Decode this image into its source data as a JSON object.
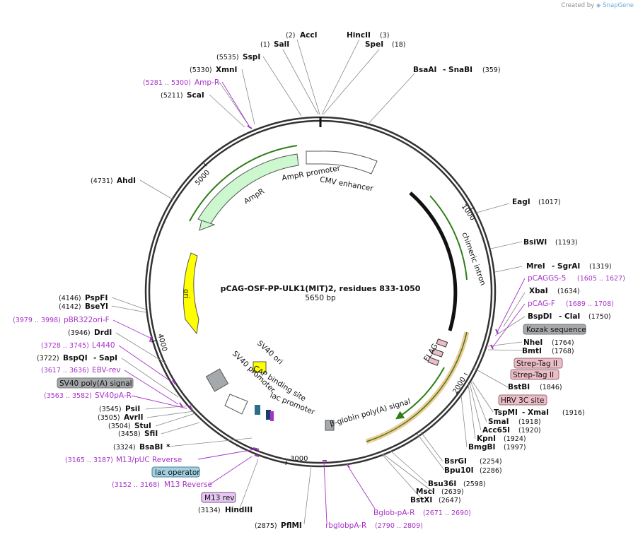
{
  "credit": {
    "prefix": "Created by",
    "brand": "SnapGene"
  },
  "title": "pCAG-OSF-PP-ULK1(MIT)2, residues 833-1050",
  "length_label": "5650 bp",
  "colors": {
    "backbone": "#333333",
    "primer": "#a733c9",
    "amp": "#ccf7cf",
    "yellow": "#ffff00",
    "orange": "#f2c996",
    "green_line": "#2e7d19",
    "gray_box": "#a6a9ab",
    "pink_box": "#ebbdc6",
    "blue_box": "#a2d1e3",
    "purple_box": "#e5c8f2"
  },
  "ticks": [
    {
      "label": "1000",
      "bp": 1000
    },
    {
      "label": "2000",
      "bp": 2000
    },
    {
      "label": "3000",
      "bp": 3000
    },
    {
      "label": "4000",
      "bp": 4000
    },
    {
      "label": "5000",
      "bp": 5000
    }
  ],
  "sites": [
    {
      "pre": "(1)",
      "name": "SalI",
      "post": "",
      "icon": "line-icon"
    },
    {
      "pre": "(2)",
      "name": "AccI",
      "post": "",
      "icon": "line-icon"
    },
    {
      "pre": "",
      "name": "HincII",
      "post": "(3)",
      "icon": "line-icon"
    },
    {
      "pre": "",
      "name": "SpeI",
      "post": "(18)",
      "icon": "line-icon"
    },
    {
      "pre": "",
      "name": "BsaAI",
      "post": "- SnaBI",
      "pos": "(359)",
      "icon": "line-icon"
    },
    {
      "pre": "",
      "name": "EagI",
      "post": "(1017)",
      "icon": "line-icon"
    },
    {
      "pre": "",
      "name": "BsiWI",
      "post": "(1193)",
      "icon": "line-icon"
    },
    {
      "pre": "",
      "name": "MreI",
      "post": "- SgrAI",
      "pos": "(1319)",
      "icon": "line-icon"
    },
    {
      "pre": "",
      "name": "XbaI",
      "post": "(1634)",
      "icon": "line-icon"
    },
    {
      "pre": "",
      "name": "BspDI",
      "post": "- ClaI",
      "pos": "(1750)",
      "icon": "line-icon"
    },
    {
      "pre": "",
      "name": "NheI",
      "post": "(1764)",
      "icon": "line-icon"
    },
    {
      "pre": "",
      "name": "BmtI",
      "post": "(1768)",
      "icon": "line-icon"
    },
    {
      "pre": "",
      "name": "BstBI",
      "post": "(1846)",
      "icon": "line-icon"
    },
    {
      "pre": "",
      "name": "TspMI",
      "post": "- XmaI",
      "pos": "(1916)",
      "icon": "line-icon"
    },
    {
      "pre": "",
      "name": "SmaI",
      "post": "(1918)",
      "icon": "line-icon"
    },
    {
      "pre": "",
      "name": "Acc65I",
      "post": "(1920)",
      "icon": "line-icon"
    },
    {
      "pre": "",
      "name": "KpnI",
      "post": "(1924)",
      "icon": "line-icon"
    },
    {
      "pre": "",
      "name": "BmgBI",
      "post": "(1997)",
      "icon": "line-icon"
    },
    {
      "pre": "",
      "name": "BsrGI",
      "post": "(2254)",
      "icon": "line-icon"
    },
    {
      "pre": "",
      "name": "Bpu10I",
      "post": "(2286)",
      "icon": "line-icon"
    },
    {
      "pre": "",
      "name": "Bsu36I",
      "post": "(2598)",
      "icon": "line-icon"
    },
    {
      "pre": "",
      "name": "MscI",
      "post": "(2639)",
      "icon": "line-icon"
    },
    {
      "pre": "",
      "name": "BstXI",
      "post": "(2647)",
      "icon": "line-icon"
    },
    {
      "pre": "(2875)",
      "name": "PflMI",
      "post": "",
      "icon": "line-icon"
    },
    {
      "pre": "(3134)",
      "name": "HindIII",
      "post": "",
      "icon": "line-icon"
    },
    {
      "pre": "(3324)",
      "name": "BsaBI",
      "post": "*",
      "icon": "line-icon"
    },
    {
      "pre": "(3458)",
      "name": "SfiI",
      "post": "",
      "icon": "line-icon"
    },
    {
      "pre": "(3504)",
      "name": "StuI",
      "post": "",
      "icon": "line-icon"
    },
    {
      "pre": "(3505)",
      "name": "AvrII",
      "post": "",
      "icon": "line-icon"
    },
    {
      "pre": "(3545)",
      "name": "PsiI",
      "post": "",
      "icon": "line-icon"
    },
    {
      "pre": "(3722)",
      "name": "BspQI",
      "post": "- SapI",
      "icon": "line-icon"
    },
    {
      "pre": "(3946)",
      "name": "DrdI",
      "post": "",
      "icon": "line-icon"
    },
    {
      "pre": "(4142)",
      "name": "BseYI",
      "post": "",
      "icon": "line-icon"
    },
    {
      "pre": "(4146)",
      "name": "PspFI",
      "post": "",
      "icon": "line-icon"
    },
    {
      "pre": "(4731)",
      "name": "AhdI",
      "post": "",
      "icon": "line-icon"
    },
    {
      "pre": "(5211)",
      "name": "ScaI",
      "post": "",
      "icon": "line-icon"
    },
    {
      "pre": "(5330)",
      "name": "XmnI",
      "post": "",
      "icon": "line-icon"
    },
    {
      "pre": "(5535)",
      "name": "SspI",
      "post": "",
      "icon": "line-icon"
    }
  ],
  "primers": [
    {
      "pos": "(5281 .. 5300)",
      "name": "Amp-R"
    },
    {
      "pos": "(1605 .. 1627)",
      "name": "pCAGGS-5"
    },
    {
      "pos": "(1689 .. 1708)",
      "name": "pCAG-F"
    },
    {
      "pos": "(3979 .. 3998)",
      "name": "pBR322ori-F"
    },
    {
      "pos": "(3728 .. 3745)",
      "name": "L4440"
    },
    {
      "pos": "(3617 .. 3636)",
      "name": "EBV-rev"
    },
    {
      "pos": "(3563 .. 3582)",
      "name": "SV40pA-R"
    },
    {
      "pos": "(3165 .. 3187)",
      "name": "M13/pUC Reverse"
    },
    {
      "pos": "(3152 .. 3168)",
      "name": "M13 Reverse"
    },
    {
      "pos": "(2671 .. 2690)",
      "name": "Bglob-pA-R"
    },
    {
      "pos": "(2790 .. 2809)",
      "name": "rbglobpA-R"
    }
  ],
  "boxed": [
    {
      "name": "Kozak sequence"
    },
    {
      "name": "Strep-Tag II"
    },
    {
      "name": "Strep-Tag II"
    },
    {
      "name": "HRV 3C site"
    },
    {
      "name": "SV40 poly(A) signal"
    },
    {
      "name": "lac operator"
    },
    {
      "name": "M13 rev"
    }
  ],
  "features": [
    {
      "name": "AmpR promoter"
    },
    {
      "name": "CMV enhancer"
    },
    {
      "name": "AmpR"
    },
    {
      "name": "ori"
    },
    {
      "name": "chimeric intron"
    },
    {
      "name": "FLAG"
    },
    {
      "name": "SV40 ori"
    },
    {
      "name": "SV40 promoter"
    },
    {
      "name": "CAP binding site"
    },
    {
      "name": "lac promoter"
    },
    {
      "name": "β-globin poly(A) signal"
    }
  ]
}
